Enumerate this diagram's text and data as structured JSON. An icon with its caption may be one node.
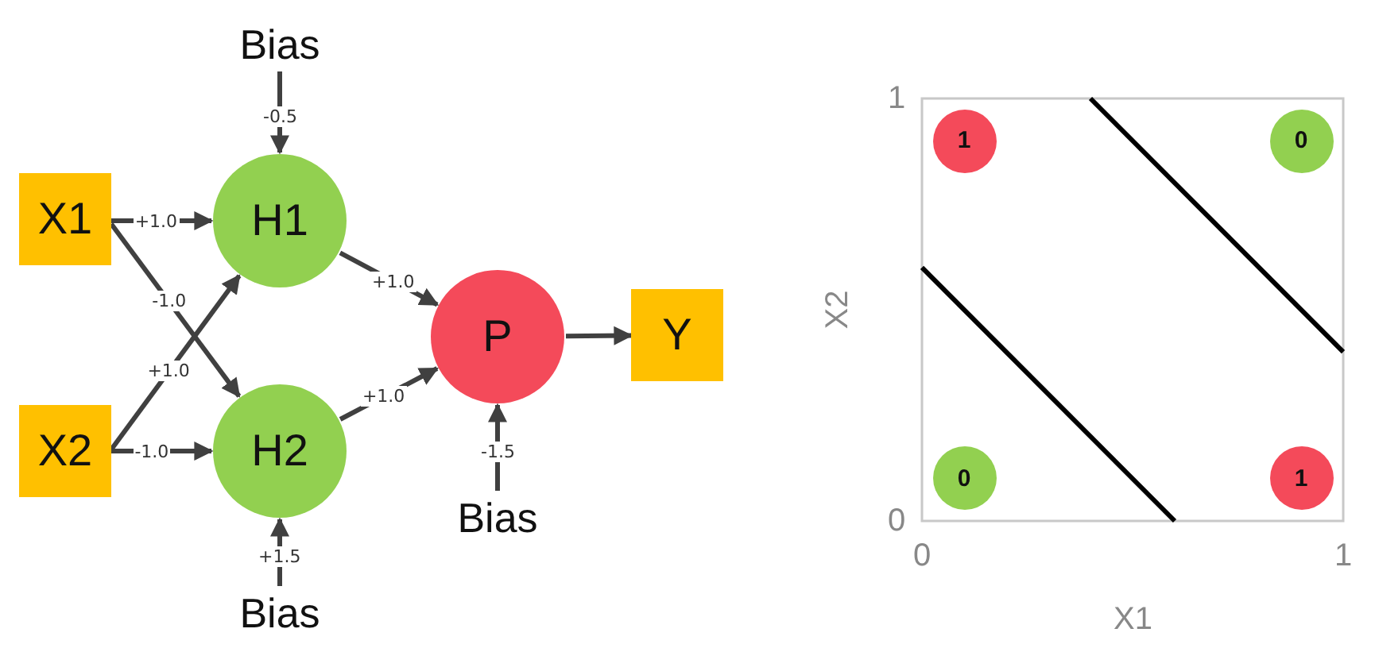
{
  "diagram": {
    "nodes": [
      {
        "text": [
          "Bias"
        ]
      },
      {
        "text": [
          "X1"
        ]
      },
      {
        "text": [
          "H1"
        ]
      },
      {
        "text": [
          "P"
        ]
      },
      {
        "text": [
          "Y"
        ]
      },
      {
        "text": [
          "X2"
        ]
      },
      {
        "text": [
          "H2"
        ]
      },
      {
        "text": [
          "Bias"
        ]
      },
      {
        "text": [
          "Bias"
        ]
      }
    ],
    "edges": [
      {
        "from": 0,
        "to": 2,
        "arrow": "to",
        "label": "-0.5"
      },
      {
        "from": 1,
        "to": 2,
        "arrow": "to",
        "label": "+1.0"
      },
      {
        "from": 1,
        "to": 6,
        "arrow": "to",
        "label": "-1.0"
      },
      {
        "from": 5,
        "to": 2,
        "arrow": "to",
        "label": "+1.0"
      },
      {
        "from": 5,
        "to": 6,
        "arrow": "to",
        "label": "-1.0"
      },
      {
        "from": 2,
        "to": 3,
        "arrow": "to",
        "label": "+1.0"
      },
      {
        "from": 6,
        "to": 3,
        "arrow": "to",
        "label": "+1.0"
      },
      {
        "from": 7,
        "to": 3,
        "arrow": "to",
        "label": "-1.5"
      },
      {
        "from": 8,
        "to": 6,
        "arrow": "to",
        "label": "+1.5"
      },
      {
        "from": 3,
        "to": 4,
        "arrow": "to"
      }
    ],
    "chart_data": {
      "type": "scatter",
      "xlabel": "X1",
      "ylabel": "X2",
      "xlim": [
        0,
        1
      ],
      "ylim": [
        0,
        1
      ],
      "xticks": [
        {
          "value": 0,
          "label": "0"
        },
        {
          "value": 1,
          "label": "1"
        }
      ],
      "yticks": [
        {
          "value": 0,
          "label": "0"
        },
        {
          "value": 1,
          "label": "1"
        }
      ],
      "x": [
        0.1,
        0.9
      ],
      "series": [
        {
          "color": "#f44a5a",
          "values": [
            0.9,
            0.1
          ]
        },
        {
          "color": "#92d050",
          "values": [
            0.1,
            0.9
          ]
        },
        {
          "type": "line",
          "color": "#000000",
          "x": [
            0,
            0.6
          ],
          "values": [
            0.6,
            0
          ]
        },
        {
          "type": "line",
          "color": "#000000",
          "x": [
            0.4,
            1
          ],
          "values": [
            1,
            0.4
          ]
        }
      ],
      "value_labels": [
        [
          "1",
          "1"
        ],
        [
          "0",
          "0"
        ]
      ]
    }
  }
}
